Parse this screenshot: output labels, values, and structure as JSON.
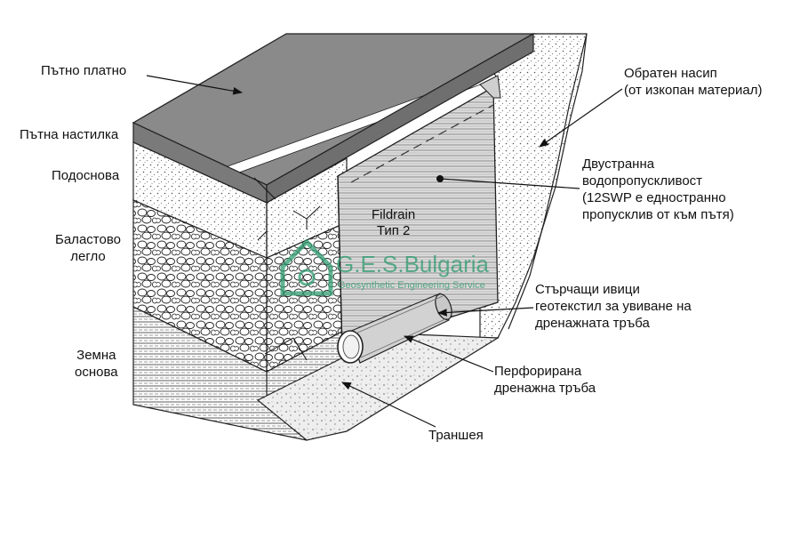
{
  "labels": {
    "road_surface": "Пътно платно",
    "pavement": "Пътна настилка",
    "subbase": "Подоснова",
    "ballast_line1": "Баластово",
    "ballast_line2": "легло",
    "subgrade_line1": "Земна",
    "subgrade_line2": "основа",
    "backfill_line1": "Обратен насип",
    "backfill_line2": "(от изкопан материал)",
    "permeability_line1": "Двустранна",
    "permeability_line2": "водопропускливост",
    "permeability_line3": "(12SWP е едностранно",
    "permeability_line4": "пропусклив от към пътя)",
    "flaps_line1": "Стърчащи ивици",
    "flaps_line2": "геотекстил за увиване на",
    "flaps_line3": "дренажната тръба",
    "pipe_line1": "Перфорирана",
    "pipe_line2": "дренажна тръба",
    "trench": "Траншея",
    "product_line1": "Fildrain",
    "product_line2": "Тип 2"
  },
  "watermark": {
    "brand": "G.E.S.Bulgaria",
    "tagline": "Geosynthetic Engineering Service",
    "color": "#2e9b6f"
  },
  "colors": {
    "road": "#8a8a8a",
    "road_dark": "#6f6f6f",
    "stripe": "#ffffff",
    "panel": "#d9d9d9",
    "ink": "#111111"
  }
}
